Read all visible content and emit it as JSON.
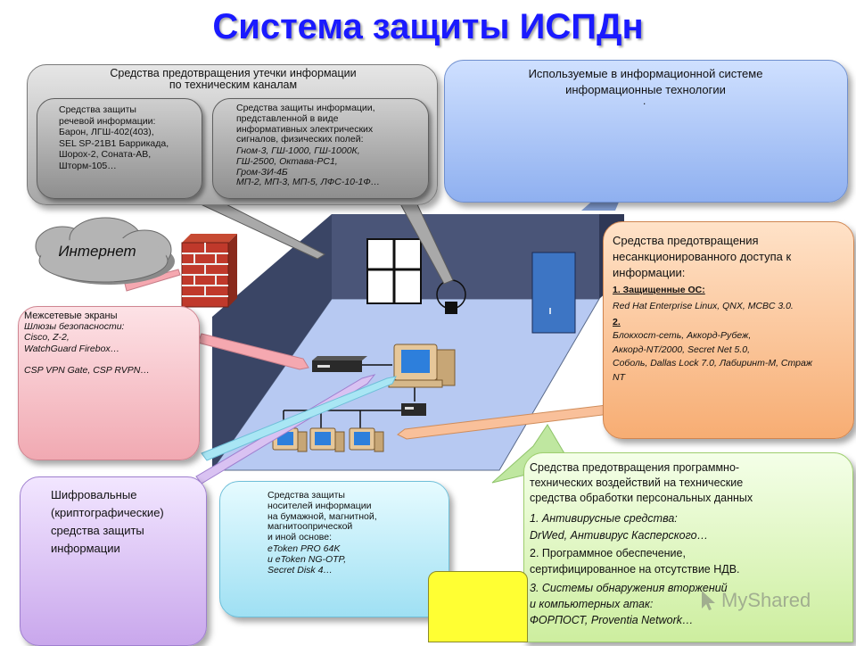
{
  "title": "Система защиты ИСПДн",
  "leak": {
    "heading": "Средства предотвращения утечки информации\nпо техническим каналам",
    "speech": "Средства защиты\n речевой информации:\nБарон, ЛГШ-402(403),\nSEL SP-21B1 Баррикада,\nШорох-2, Соната-АВ,\nШторм-105…",
    "signal_head": "Средства защиты  информации,\nпредставленной в виде\nинформативных электрических\nсигналов, физических полей:",
    "signal_list": "Гном-3, ГШ-1000, ГШ-1000К,\n ГШ-2500, Октава-РС1,\nГром-ЗИ-4Б\nМП-2,  МП-3, МП-5, ЛФС-10-1Ф…"
  },
  "tech": {
    "heading": "Используемые в информационной системе\nинформационные технологии",
    "dot": "."
  },
  "internet": "Интернет",
  "firewall": {
    "heading": "Межсетевые экраны",
    "list": "Шлюзы безопасности:\nCisco, Z-2,\nWatchGuard Firebox…\n\nCSP VPN Gate, CSP RVPN…"
  },
  "nsd": {
    "heading": "Средства предотвращения\nнесанкционированного доступа  к\nинформации:",
    "os_title": "1. Защищенные  ОС:",
    "os_list": "Red Hat Enterprise  Linux, QNX, МСВС 3.0.",
    "p2": "2.",
    "list2": "Блокхост-сеть, Аккорд-Рубеж,\nАккорд-NT/2000, Secret Net 5.0,\n Соболь, Dallas Lock 7.0, Лабиринт-М, Страж\nNT"
  },
  "crypto": "Шифровальные\n(криптографические)\nсредства защиты\nинформации",
  "media": {
    "heading": "Средства защиты\nносителей информации\nна бумажной,  магнитной,\n магнитоопрической\nи иной основе:",
    "list": "eToken PRO 64K\nи eToken NG-OTP,\nSecret Disk 4…"
  },
  "software": {
    "heading": "Средства предотвращения программно-\nтехнических воздействий на технические\nсредства обработки персональных данных",
    "item1": "1.      Антивирусные средства:",
    "item1_list": "DrWed, Антивирус Касперского…",
    "item2": "2. Программное обеспечение,\nсертифицированное на отсутствие НДВ.",
    "item3": "3. Системы обнаружения вторжений\nи компьютерных атак:",
    "item3_list": "ФОРПОСТ, Proventia Network…"
  },
  "watermark": "MyShared",
  "colors": {
    "title": "#1a1aff",
    "room_wall": "#3a4565",
    "room_floor": "#b7c9f2"
  }
}
